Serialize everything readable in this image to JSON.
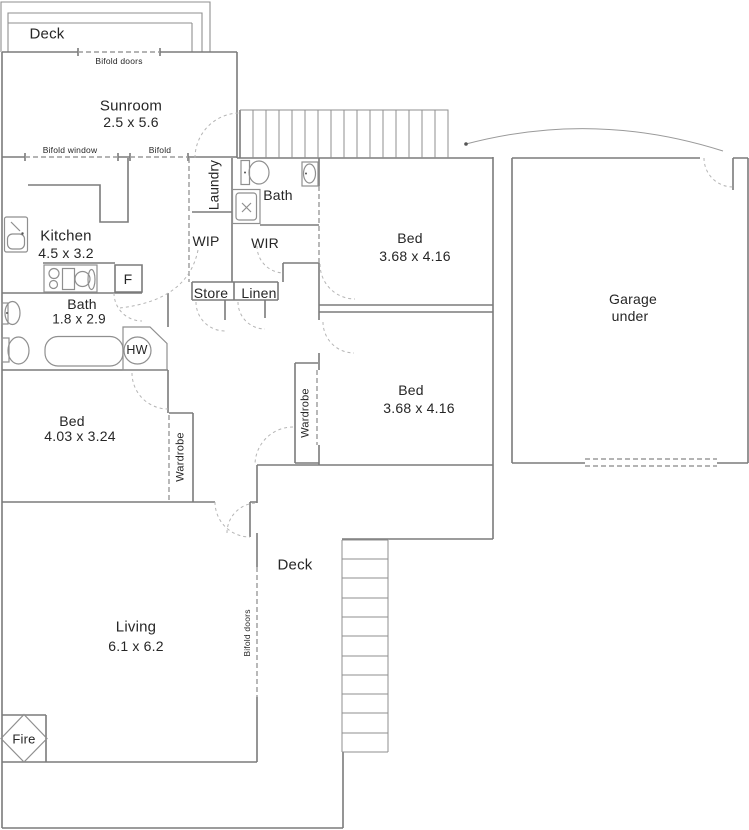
{
  "rooms": {
    "deck_top": {
      "label": "Deck"
    },
    "sunroom": {
      "label": "Sunroom",
      "dimensions": "2.5 x 5.6"
    },
    "kitchen": {
      "label": "Kitchen",
      "dimensions": "4.5 x 3.2"
    },
    "laundry": {
      "label": "Laundry"
    },
    "bath_upper": {
      "label": "Bath"
    },
    "wip": {
      "label": "WIP"
    },
    "wir": {
      "label": "WIR"
    },
    "store": {
      "label": "Store"
    },
    "linen": {
      "label": "Linen"
    },
    "bed_upper_right": {
      "label": "Bed",
      "dimensions": "3.68 x 4.16"
    },
    "bed_lower_right": {
      "label": "Bed",
      "dimensions": "3.68 x 4.16"
    },
    "bed_left": {
      "label": "Bed",
      "dimensions": "4.03 x 3.24"
    },
    "bath_lower": {
      "label": "Bath",
      "dimensions": "1.8 x 2.9"
    },
    "garage": {
      "label": "Garage",
      "sublabel": "under"
    },
    "living": {
      "label": "Living",
      "dimensions": "6.1 x 6.2"
    },
    "deck_lower": {
      "label": "Deck"
    }
  },
  "fixtures": {
    "fridge": "F",
    "hot_water": "HW",
    "fireplace": "Fire",
    "wardrobe_left": "Wardrobe",
    "wardrobe_right": "Wardrobe"
  },
  "annotations": {
    "bifold_doors_deck": "Bifold doors",
    "bifold_window": "Bifold window",
    "bifold": "Bifold",
    "bifold_doors_living": "Bifold doors"
  },
  "colors": {
    "wall": "#7b7b7b",
    "dashed": "#9b9b9b",
    "arc": "#b5b5b5",
    "text": "#262626",
    "background": "#ffffff"
  }
}
